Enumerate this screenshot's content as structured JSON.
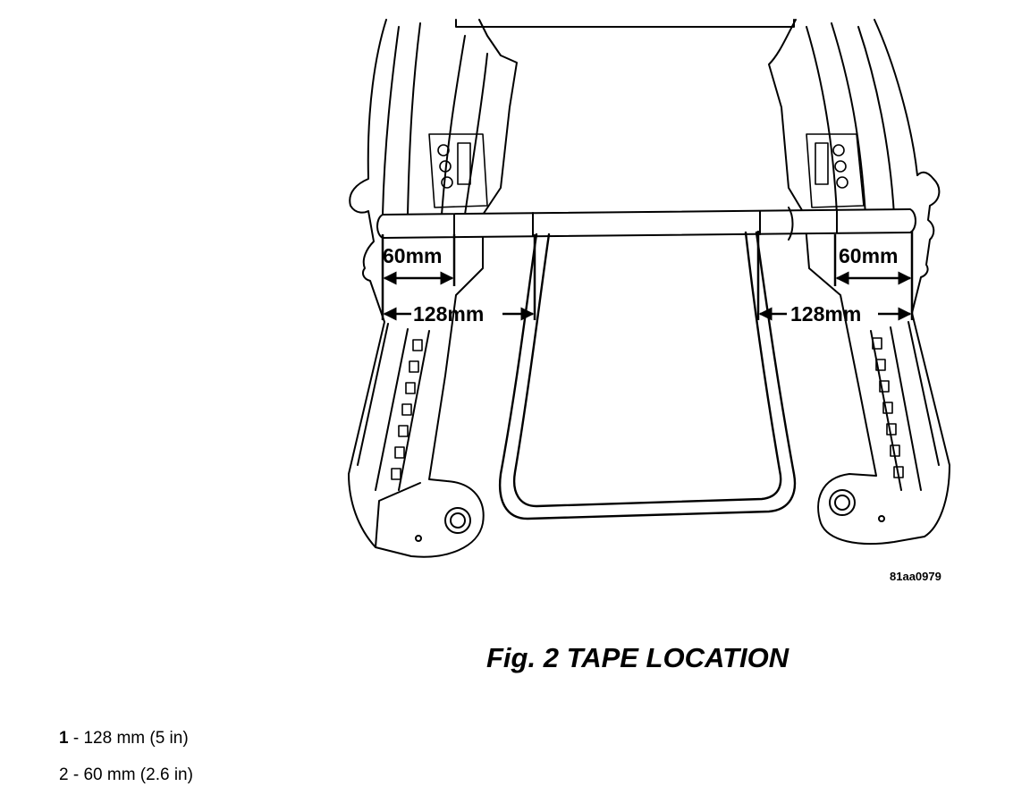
{
  "figure": {
    "id_code": "81aa0979",
    "caption": "Fig. 2 TAPE LOCATION",
    "dimension_labels": {
      "left_60": "60mm",
      "left_128": "128mm",
      "right_60": "60mm",
      "right_128": "128mm"
    }
  },
  "legend": [
    {
      "number": "1",
      "text": " - 128 mm (5 in)"
    },
    {
      "number": "2",
      "text": " - 60 mm (2.6 in)"
    }
  ]
}
